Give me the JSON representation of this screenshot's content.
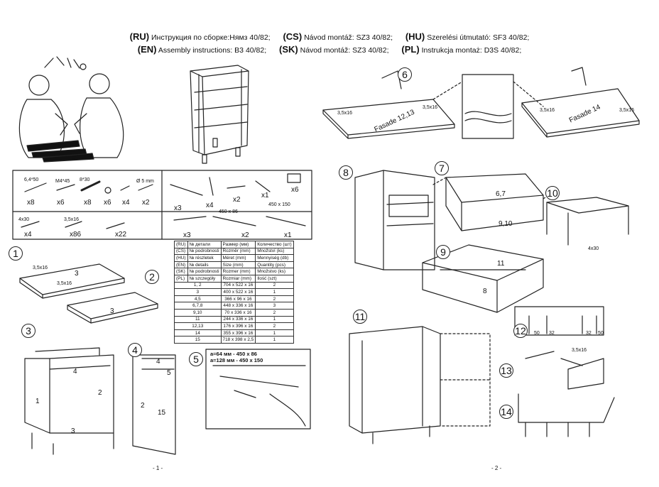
{
  "header": {
    "line1": [
      {
        "lang": "(RU)",
        "text": "Инструкция по сборке:Нямз 40/82;"
      },
      {
        "lang": "(CS)",
        "text": "Návod montáž: SZ3 40/82;"
      },
      {
        "lang": "(HU)",
        "text": "Szerelési útmutató: SF3 40/82;"
      }
    ],
    "line2": [
      {
        "lang": "(EN)",
        "text": "Assembly instructions: B3 40/82;"
      },
      {
        "lang": "(SK)",
        "text": "Návod montáž: SZ3 40/82;"
      },
      {
        "lang": "(PL)",
        "text": "Instrukcja montaż: D3S 40/82;"
      }
    ]
  },
  "hardware": {
    "row1": [
      {
        "size": "6,4*50",
        "qty": "x8"
      },
      {
        "size": "M4*45",
        "qty": "x6"
      },
      {
        "size": "8*30",
        "qty": "x8"
      },
      {
        "size": "",
        "qty": "x6"
      },
      {
        "size": "",
        "qty": "x4"
      },
      {
        "size": "Ø 5 mm",
        "qty": "x2"
      }
    ],
    "row1b": [
      {
        "qty": "x3"
      },
      {
        "qty": "x4"
      },
      {
        "qty": "x2"
      },
      {
        "qty": "x1"
      },
      {
        "qty": "x6"
      }
    ],
    "row2": [
      {
        "size": "4x30",
        "qty": "x4"
      },
      {
        "size": "3,5x16",
        "qty": "x86"
      },
      {
        "size": "",
        "qty": "x22"
      }
    ],
    "row2b": [
      {
        "size": "",
        "qty": "x3"
      },
      {
        "size": "450 x 86",
        "qty": "x2"
      },
      {
        "size": "450 x 150",
        "qty": "x1"
      }
    ]
  },
  "parts_table": {
    "header": [
      [
        "(RU)",
        "№ детали",
        "Размер (мм)",
        "Количество (шт)"
      ],
      [
        "(CS)",
        "№ podrobnosti",
        "Rozměr (mm)",
        "Množství (ks)"
      ],
      [
        "(HU)",
        "№ részletek",
        "Méret (mm)",
        "Mennyiség (db)"
      ],
      [
        "(EN)",
        "№ details",
        "Size (mm)",
        "Quantity (pcs)"
      ],
      [
        "(SK)",
        "№ podrobnosti",
        "Rozmer (mm)",
        "Množstvo (ks)"
      ],
      [
        "(PL)",
        "№ szczegóły",
        "Rozmiar (mm)",
        "Ilość (szt)"
      ]
    ],
    "rows": [
      [
        "1, 2",
        "704 x 522 x 16",
        "2"
      ],
      [
        "3",
        "400 x 522 x 16",
        "1"
      ],
      [
        "4,5",
        "366 x 96 x 16",
        "2"
      ],
      [
        "6,7,8",
        "448 x 336 x 16",
        "3"
      ],
      [
        "9,10",
        "70 x 336 x 16",
        "2"
      ],
      [
        "11",
        "244 x 336 x 16",
        "1"
      ],
      [
        "12,13",
        "176 x 396 x 16",
        "2"
      ],
      [
        "14",
        "355 x 396 x 16",
        "1"
      ],
      [
        "15",
        "718 x 398 x 2,5",
        "1"
      ]
    ]
  },
  "drawer_note": {
    "line1": "a=64 мм - 450 x 86",
    "line2": "a=128 мм - 450 x 150"
  },
  "steps": {
    "s1": "1",
    "s2": "2",
    "s3": "3",
    "s4": "4",
    "s5": "5",
    "s6": "6",
    "s7": "7",
    "s8": "8",
    "s9": "9",
    "s10": "10",
    "s11": "11",
    "s12": "12",
    "s13": "13",
    "s14": "14"
  },
  "labels": {
    "screw_3516": "3,5x16",
    "screw_430": "4x30",
    "panel_3": "3",
    "panel_1": "1",
    "panel_2": "2",
    "panel_4": "4",
    "panel_15": "15",
    "panel_5": "5",
    "panel_67": "6,7",
    "panel_910": "9,10",
    "panel_11": "11",
    "panel_8": "8",
    "facade1": "Fasade 12,13",
    "facade2": "Fasade 14",
    "dim_50": "50",
    "dim_32": "32"
  },
  "pages": {
    "p1": "- 1 -",
    "p2": "- 2 -"
  }
}
